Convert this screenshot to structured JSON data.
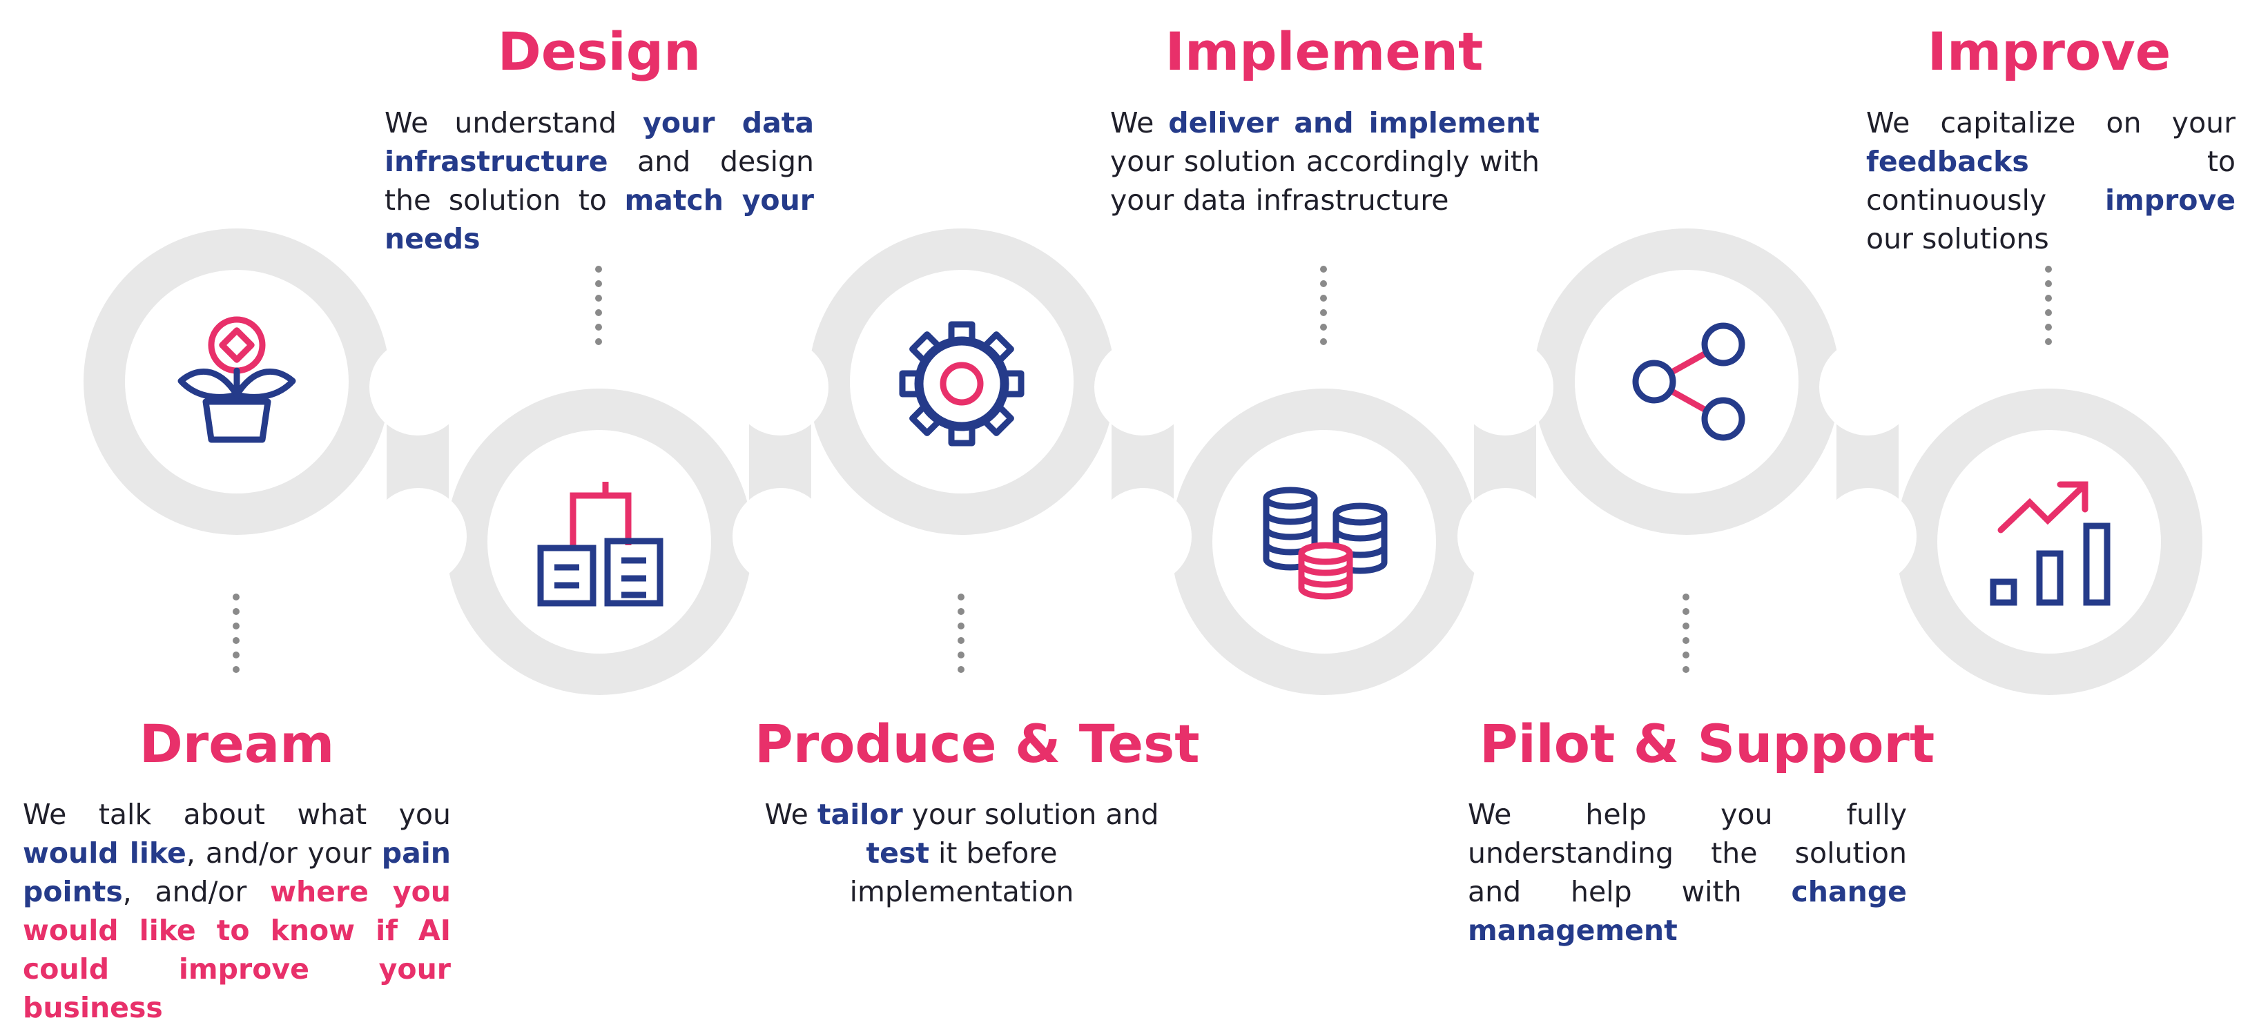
{
  "colors": {
    "primary_pink": "#e8306a",
    "navy": "#253b8a",
    "track_gray": "#e8e8e8",
    "text": "#1f1f2a",
    "connector": "#8a8a8a"
  },
  "steps": [
    {
      "icon": "plant-coin-icon",
      "title": "Dream",
      "desc": [
        {
          "t": "We talk about what you ",
          "s": "n"
        },
        {
          "t": "would like",
          "s": "b"
        },
        {
          "t": ", and/or your ",
          "s": "n"
        },
        {
          "t": "pain points",
          "s": "b"
        },
        {
          "t": ", and/or ",
          "s": "n"
        },
        {
          "t": "where you would like to know if AI could improve your business",
          "s": "p"
        }
      ]
    },
    {
      "icon": "org-structure-icon",
      "title": "Design",
      "desc": [
        {
          "t": "We understand ",
          "s": "n"
        },
        {
          "t": "your data infrastructure",
          "s": "b"
        },
        {
          "t": " and design the solution to ",
          "s": "n"
        },
        {
          "t": "match your needs",
          "s": "b"
        }
      ]
    },
    {
      "icon": "gear-icon",
      "title": "Produce & Test",
      "desc": [
        {
          "t": "We ",
          "s": "n"
        },
        {
          "t": "tailor",
          "s": "b"
        },
        {
          "t": " your solution and ",
          "s": "n"
        },
        {
          "t": "test",
          "s": "b"
        },
        {
          "t": " it before implementation",
          "s": "n"
        }
      ]
    },
    {
      "icon": "coins-stack-icon",
      "title": "Implement",
      "desc": [
        {
          "t": "We ",
          "s": "n"
        },
        {
          "t": "deliver and implement",
          "s": "b"
        },
        {
          "t": " your solution accordingly with your data infrastructure",
          "s": "n"
        }
      ]
    },
    {
      "icon": "share-network-icon",
      "title": "Pilot & Support",
      "desc": [
        {
          "t": "We help you fully understanding the solution and help with ",
          "s": "n"
        },
        {
          "t": "change management",
          "s": "b"
        }
      ]
    },
    {
      "icon": "growth-chart-icon",
      "title": "Improve",
      "desc": [
        {
          "t": "We capitalize on your ",
          "s": "n"
        },
        {
          "t": "feedbacks",
          "s": "b"
        },
        {
          "t": " to continuously ",
          "s": "n"
        },
        {
          "t": "improve",
          "s": "b"
        },
        {
          "t": " our solutions",
          "s": "n"
        }
      ]
    }
  ]
}
